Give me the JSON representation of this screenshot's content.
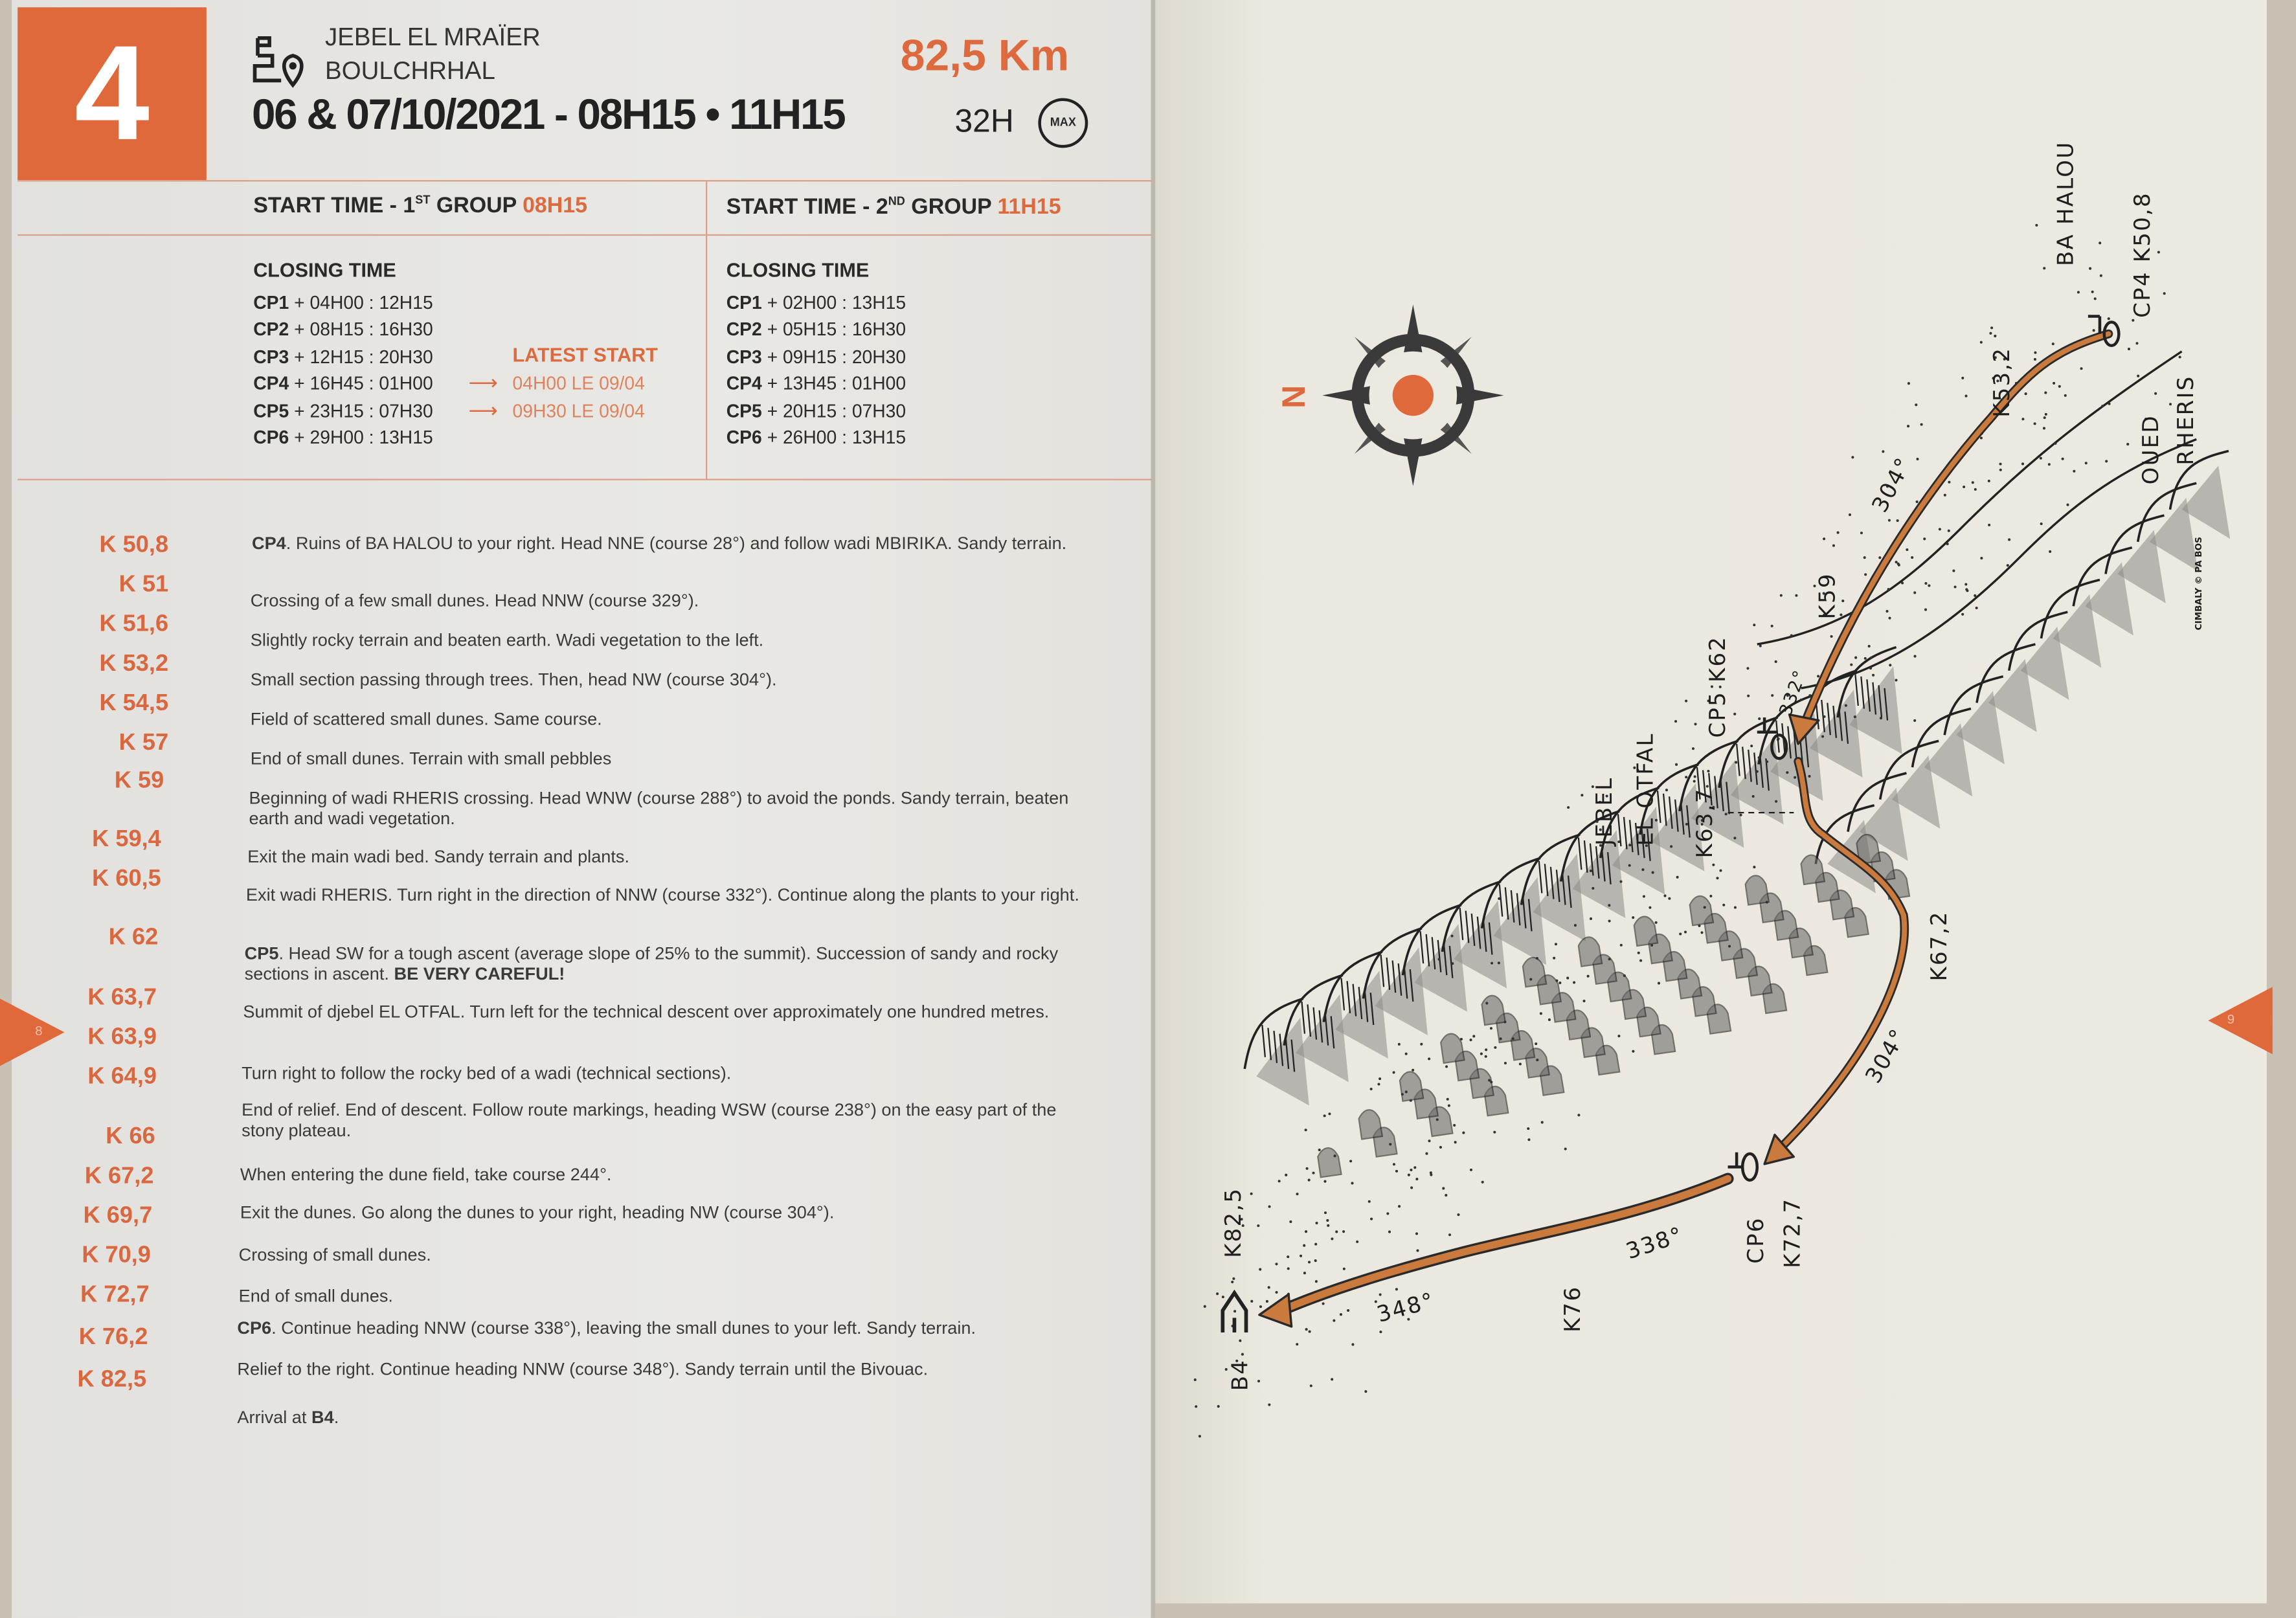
{
  "stage": {
    "number": "4",
    "route_from": "JEBEL EL MRAÏER",
    "route_to": "BOULCHRHAL",
    "distance": "82,5 Km",
    "dates_times": "06 & 07/10/2021 - 08H15 • 11H15",
    "max_duration": "32H",
    "max_badge": "MAX"
  },
  "groups": [
    {
      "start_label": "START TIME - 1",
      "ordinal": "ST",
      "group_word": " GROUP ",
      "start_time": "08H15",
      "closing_title": "CLOSING TIME",
      "checkpoints": [
        {
          "cp": "CP1",
          "time": "+ 04H00 : 12H15"
        },
        {
          "cp": "CP2",
          "time": "+ 08H15 : 16H30"
        },
        {
          "cp": "CP3",
          "time": "+ 12H15 : 20H30"
        },
        {
          "cp": "CP4",
          "time": "+ 16H45 : 01H00"
        },
        {
          "cp": "CP5",
          "time": "+ 23H15 : 07H30"
        },
        {
          "cp": "CP6",
          "time": "+ 29H00 : 13H15"
        }
      ],
      "latest_start_title": "LATEST START",
      "latest_start": [
        "04H00 LE 09/04",
        "09H30 LE 09/04"
      ]
    },
    {
      "start_label": "START TIME - 2",
      "ordinal": "ND",
      "group_word": " GROUP ",
      "start_time": "11H15",
      "closing_title": "CLOSING TIME",
      "checkpoints": [
        {
          "cp": "CP1",
          "time": "+ 02H00 : 13H15"
        },
        {
          "cp": "CP2",
          "time": "+ 05H15 : 16H30"
        },
        {
          "cp": "CP3",
          "time": "+ 09H15 : 20H30"
        },
        {
          "cp": "CP4",
          "time": "+ 13H45 : 01H00"
        },
        {
          "cp": "CP5",
          "time": "+ 20H15 : 07H30"
        },
        {
          "cp": "CP6",
          "time": "+ 26H00 : 13H15"
        }
      ]
    }
  ],
  "roadbook": {
    "km_markers": [
      "K 50,8",
      "K 51",
      "K 51,6",
      "K 53,2",
      "K 54,5",
      "K 57",
      "K 59",
      "K 59,4",
      "K 60,5",
      "K 62",
      "K 63,7",
      "K 63,9",
      "K 64,9",
      "K 66",
      "K 67,2",
      "K 69,7",
      "K 70,9",
      "K 72,7",
      "K 76,2",
      "K 82,5"
    ],
    "instructions": [
      {
        "bold": "CP4",
        "text": ". Ruins of BA HALOU to your right. Head NNE (course 28°) and follow wadi MBIRIKA. Sandy terrain."
      },
      {
        "bold": "",
        "text": "Crossing of a few small dunes. Head NNW (course 329°)."
      },
      {
        "bold": "",
        "text": "Slightly rocky terrain and beaten earth. Wadi vegetation to the left."
      },
      {
        "bold": "",
        "text": "Small section passing through trees. Then, head NW (course 304°)."
      },
      {
        "bold": "",
        "text": "Field of scattered small dunes. Same course."
      },
      {
        "bold": "",
        "text": "End of small dunes. Terrain with small pebbles"
      },
      {
        "bold": "",
        "text": "Beginning of wadi RHERIS crossing. Head WNW (course 288°) to avoid the ponds. Sandy terrain, beaten earth and wadi vegetation."
      },
      {
        "bold": "",
        "text": "Exit the main wadi bed. Sandy terrain and plants."
      },
      {
        "bold": "",
        "text": "Exit wadi RHERIS.  Turn right in the direction of NNW (course 332°). Continue along the plants to your right."
      },
      {
        "bold": "CP5",
        "text": ". Head SW for a tough ascent (average slope of 25% to the summit). Succession of sandy and rocky sections in ascent. ",
        "bold_end": "BE VERY CAREFUL!"
      },
      {
        "bold": "",
        "text": "Summit of djebel EL OTFAL. Turn left for the technical descent over approximately one hundred metres."
      },
      {
        "bold": "",
        "text": "Turn right to follow the rocky bed of a wadi (technical sections)."
      },
      {
        "bold": "",
        "text": "End of relief. End of descent. Follow route markings, heading WSW (course 238°) on the easy part of the stony plateau."
      },
      {
        "bold": "",
        "text": "When entering the dune field, take course 244°."
      },
      {
        "bold": "",
        "text": "Exit the dunes. Go along the dunes to your right, heading NW (course 304°)."
      },
      {
        "bold": "",
        "text": "Crossing of small dunes."
      },
      {
        "bold": "",
        "text": "End of small dunes."
      },
      {
        "bold": "CP6",
        "text": ". Continue heading NNW (course 338°), leaving the small dunes to your left. Sandy terrain."
      },
      {
        "bold": "",
        "text": "Relief to the right. Continue heading NNW (course 348°). Sandy terrain until the Bivouac."
      },
      {
        "bold": "",
        "text": "Arrival at ",
        "bold_end": "B4",
        "end": "."
      }
    ]
  },
  "map": {
    "compass_north": "N",
    "labels": {
      "ba_halou": "BA HALOU",
      "cp4": "CP4 K50,8",
      "k53": "K53,2",
      "course_304_top": "304°",
      "oued": "OUED",
      "rheris": "RHERIS",
      "k59": "K59",
      "cp5": "CP5 K62",
      "course_332": "332°",
      "jebel": "JEBEL",
      "otfal": "EL OTFAL",
      "k63": "K63,7",
      "k67": "K67,2",
      "course_304_bottom": "304°",
      "cp6": "CP6",
      "k72": "K72,7",
      "course_338": "338°",
      "course_348": "348°",
      "k76": "K76",
      "k82": "K82,5",
      "b4": "B4",
      "credit": "CIMBALY © PA BOS"
    }
  },
  "page_numbers": {
    "left": "8",
    "right": "9"
  },
  "colors": {
    "accent": "#e0693b",
    "route": "#c97a3c"
  }
}
